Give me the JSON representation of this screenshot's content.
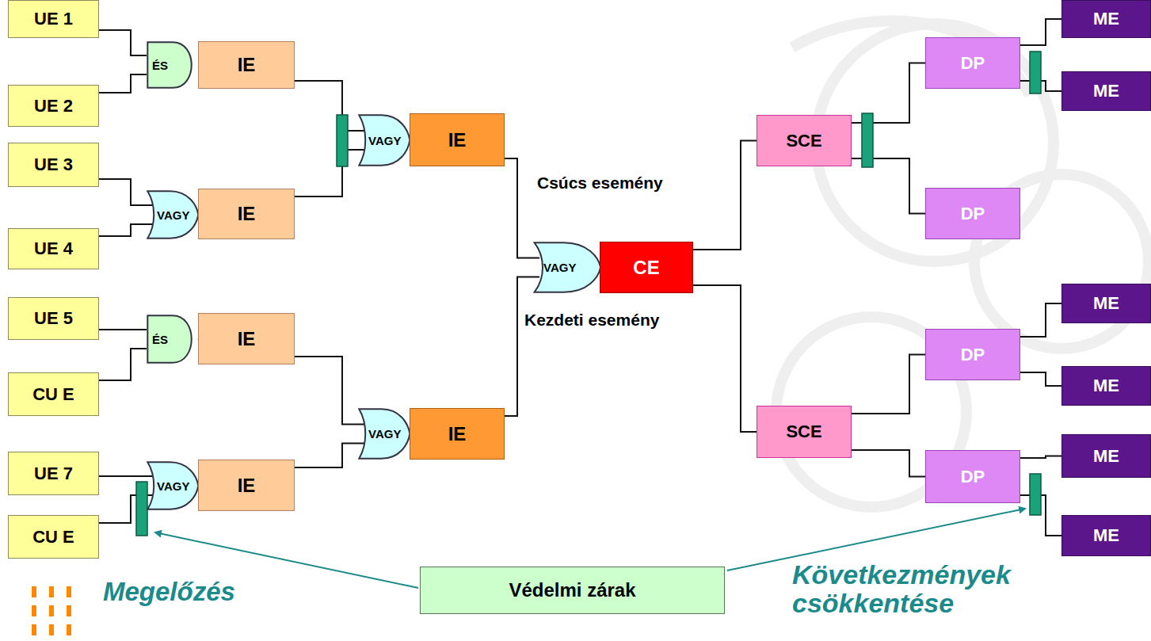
{
  "diagram": {
    "nodes": [
      {
        "text": [
          "UE 1"
        ]
      },
      {
        "text": [
          "UE 2"
        ]
      },
      {
        "text": [
          "UE 3"
        ]
      },
      {
        "text": [
          "UE 4"
        ]
      },
      {
        "text": [
          "UE 5"
        ]
      },
      {
        "text": [
          "CU E"
        ]
      },
      {
        "text": [
          "UE 7"
        ]
      },
      {
        "text": [
          "CU E"
        ]
      },
      {
        "text": [
          "ÉS"
        ]
      },
      {
        "text": [
          "VAGY"
        ]
      },
      {
        "text": [
          "ÉS"
        ]
      },
      {
        "text": [
          "VAGY"
        ]
      },
      {
        "text": [
          "IE"
        ]
      },
      {
        "text": [
          "IE"
        ]
      },
      {
        "text": [
          "IE"
        ]
      },
      {
        "text": [
          "IE"
        ]
      },
      {
        "text": [
          "VAGY"
        ]
      },
      {
        "text": [
          "VAGY"
        ]
      },
      {
        "text": [
          "IE"
        ]
      },
      {
        "text": [
          "IE"
        ]
      },
      {
        "text": [
          "VAGY"
        ]
      },
      {
        "text": [
          "CE"
        ]
      },
      {
        "text": [
          "SCE"
        ]
      },
      {
        "text": [
          "SCE"
        ]
      },
      {
        "text": [
          "DP"
        ]
      },
      {
        "text": [
          "DP"
        ]
      },
      {
        "text": [
          "DP"
        ]
      },
      {
        "text": [
          "DP"
        ]
      },
      {
        "text": [
          "ME"
        ]
      },
      {
        "text": [
          "ME"
        ]
      },
      {
        "text": [
          "ME"
        ]
      },
      {
        "text": [
          "ME"
        ]
      },
      {
        "text": [
          "ME"
        ]
      },
      {
        "text": [
          "ME"
        ]
      },
      {
        "text": [
          "Védelmi zárak"
        ]
      }
    ],
    "edges": [
      {
        "from": 0,
        "to": 8,
        "arrow": "none"
      },
      {
        "from": 1,
        "to": 8,
        "arrow": "none"
      },
      {
        "from": 8,
        "to": 12,
        "arrow": "none"
      },
      {
        "from": 2,
        "to": 9,
        "arrow": "none"
      },
      {
        "from": 3,
        "to": 9,
        "arrow": "none"
      },
      {
        "from": 9,
        "to": 13,
        "arrow": "none"
      },
      {
        "from": 12,
        "to": 16,
        "arrow": "none"
      },
      {
        "from": 13,
        "to": 16,
        "arrow": "none"
      },
      {
        "from": 16,
        "to": 18,
        "arrow": "none"
      },
      {
        "from": 4,
        "to": 10,
        "arrow": "none"
      },
      {
        "from": 5,
        "to": 10,
        "arrow": "none"
      },
      {
        "from": 10,
        "to": 14,
        "arrow": "none"
      },
      {
        "from": 6,
        "to": 11,
        "arrow": "none"
      },
      {
        "from": 7,
        "to": 11,
        "arrow": "none"
      },
      {
        "from": 11,
        "to": 15,
        "arrow": "none"
      },
      {
        "from": 14,
        "to": 17,
        "arrow": "none"
      },
      {
        "from": 15,
        "to": 17,
        "arrow": "none"
      },
      {
        "from": 17,
        "to": 19,
        "arrow": "none"
      },
      {
        "from": 18,
        "to": 20,
        "arrow": "none"
      },
      {
        "from": 19,
        "to": 20,
        "arrow": "none"
      },
      {
        "from": 20,
        "to": 21,
        "arrow": "none"
      },
      {
        "from": 21,
        "to": 22,
        "arrow": "none"
      },
      {
        "from": 21,
        "to": 23,
        "arrow": "none"
      },
      {
        "from": 22,
        "to": 24,
        "arrow": "none"
      },
      {
        "from": 22,
        "to": 25,
        "arrow": "none"
      },
      {
        "from": 23,
        "to": 26,
        "arrow": "none"
      },
      {
        "from": 23,
        "to": 27,
        "arrow": "none"
      },
      {
        "from": 24,
        "to": 28,
        "arrow": "none"
      },
      {
        "from": 24,
        "to": 29,
        "arrow": "none"
      },
      {
        "from": 26,
        "to": 30,
        "arrow": "none"
      },
      {
        "from": 26,
        "to": 31,
        "arrow": "none"
      },
      {
        "from": 27,
        "to": 32,
        "arrow": "none"
      },
      {
        "from": 27,
        "to": 33,
        "arrow": "none"
      }
    ],
    "labels": [
      "Csúcs esemény",
      "Kezdeti esemény",
      "Megelőzés",
      "Következmények csökkentése"
    ]
  }
}
